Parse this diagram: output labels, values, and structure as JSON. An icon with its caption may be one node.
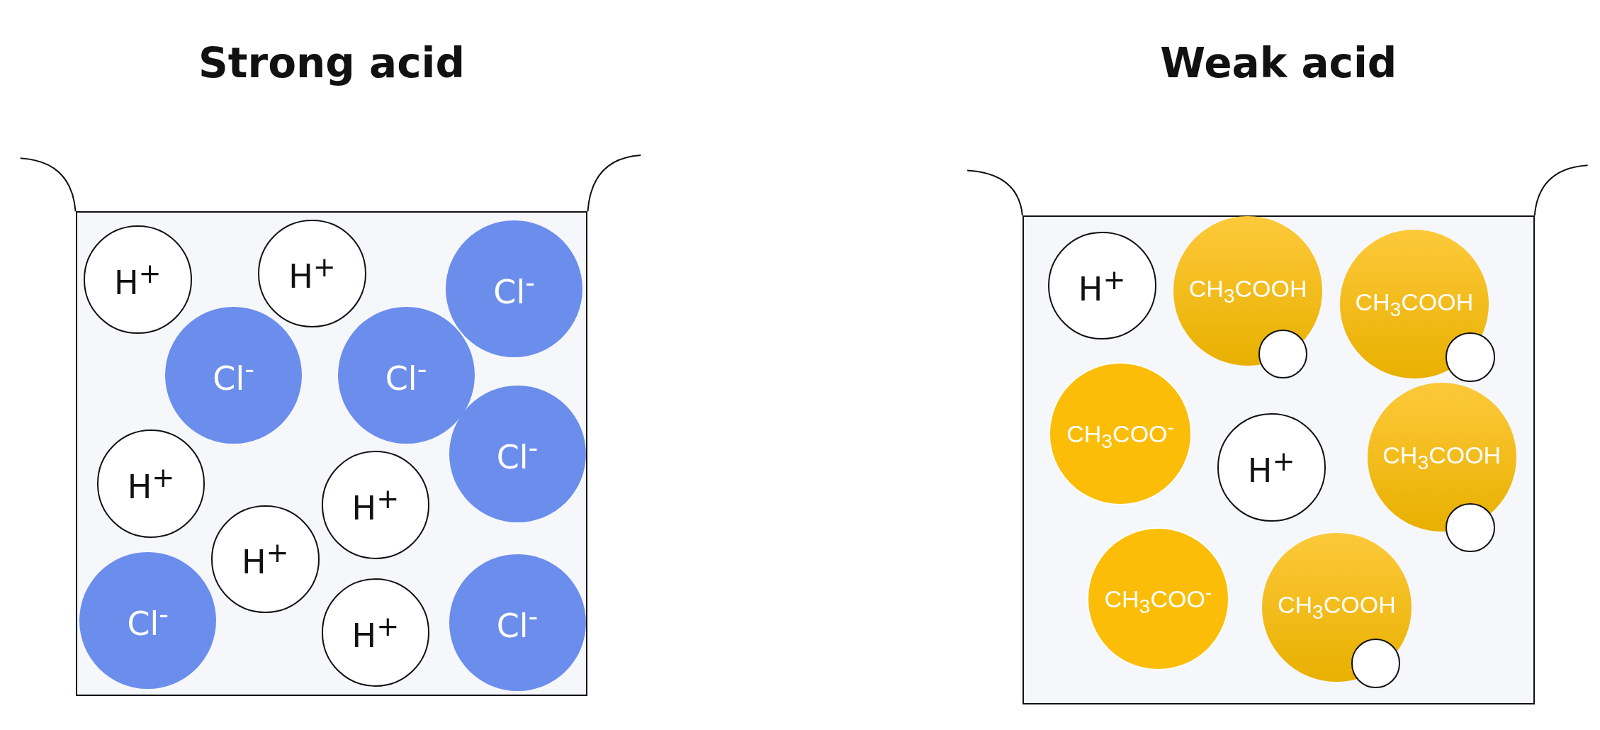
{
  "diagram": {
    "nodes": [
      {
        "text": [
          "Strong acid"
        ]
      },
      {
        "text": [
          "H$^{+}$"
        ],
        "in": 0
      },
      {
        "text": [
          "H$^{+}$"
        ],
        "in": 0
      },
      {
        "text": [
          "Cl$^{-}$"
        ],
        "in": 0
      },
      {
        "text": [
          "Cl$^{-}$"
        ],
        "in": 0
      },
      {
        "text": [
          "Cl$^{-}$"
        ],
        "in": 0
      },
      {
        "text": [
          "Cl$^{-}$"
        ],
        "in": 0
      },
      {
        "text": [
          "H$^{+}$"
        ],
        "in": 0
      },
      {
        "text": [
          "H$^{+}$"
        ],
        "in": 0
      },
      {
        "text": [
          "H$^{+}$"
        ],
        "in": 0
      },
      {
        "text": [
          "Cl$^{-}$"
        ],
        "in": 0
      },
      {
        "text": [
          "H$^{+}$"
        ],
        "in": 0
      },
      {
        "text": [
          "Cl$^{-}$"
        ],
        "in": 0
      },
      {
        "text": [
          "Weak acid"
        ]
      },
      {
        "text": [
          "H$^{+}$"
        ],
        "in": 13
      },
      {
        "text": [
          "CH$_{3}$COOH"
        ],
        "in": 13
      },
      {
        "text": [],
        "shape": "circle",
        "in": 13
      },
      {
        "text": [
          "CH$_{3}$COOH"
        ],
        "in": 13
      },
      {
        "text": [],
        "shape": "circle",
        "in": 13
      },
      {
        "text": [
          "CH$_{3}$COO$^{-}$"
        ],
        "in": 13
      },
      {
        "text": [
          "H$^{+}$"
        ],
        "in": 13
      },
      {
        "text": [
          "CH$_{3}$COOH"
        ],
        "in": 13
      },
      {
        "text": [],
        "shape": "circle",
        "in": 13
      },
      {
        "text": [
          "CH$_{3}$COO$^{-}$"
        ],
        "in": 13
      },
      {
        "text": [
          "CH$_{3}$COOH"
        ],
        "in": 13
      },
      {
        "text": [],
        "shape": "circle",
        "in": 13
      }
    ],
    "edges": []
  }
}
